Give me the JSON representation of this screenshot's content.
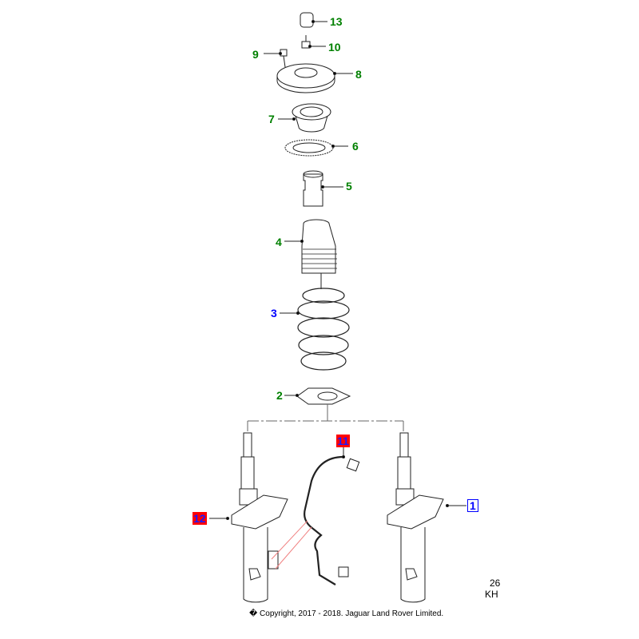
{
  "diagram": {
    "callouts": [
      {
        "id": "c1",
        "number": "1",
        "style": "boxed-blue"
      },
      {
        "id": "c2",
        "number": "2",
        "style": "green"
      },
      {
        "id": "c3",
        "number": "3",
        "style": "blue"
      },
      {
        "id": "c4",
        "number": "4",
        "style": "green"
      },
      {
        "id": "c5",
        "number": "5",
        "style": "green"
      },
      {
        "id": "c6",
        "number": "6",
        "style": "green"
      },
      {
        "id": "c7",
        "number": "7",
        "style": "green"
      },
      {
        "id": "c8",
        "number": "8",
        "style": "green"
      },
      {
        "id": "c9",
        "number": "9",
        "style": "green"
      },
      {
        "id": "c10",
        "number": "10",
        "style": "green"
      },
      {
        "id": "c11",
        "number": "11",
        "style": "red-highlight"
      },
      {
        "id": "c12",
        "number": "12",
        "style": "red-highlight"
      },
      {
        "id": "c13",
        "number": "13",
        "style": "green"
      }
    ],
    "ref_code_line1": "26",
    "ref_code_line2": "KH",
    "copyright": "� Copyright, 2017 - 2018. Jaguar Land Rover Limited.",
    "colors": {
      "green": "#008000",
      "blue": "#0000ff",
      "highlight": "#ff0000"
    }
  }
}
